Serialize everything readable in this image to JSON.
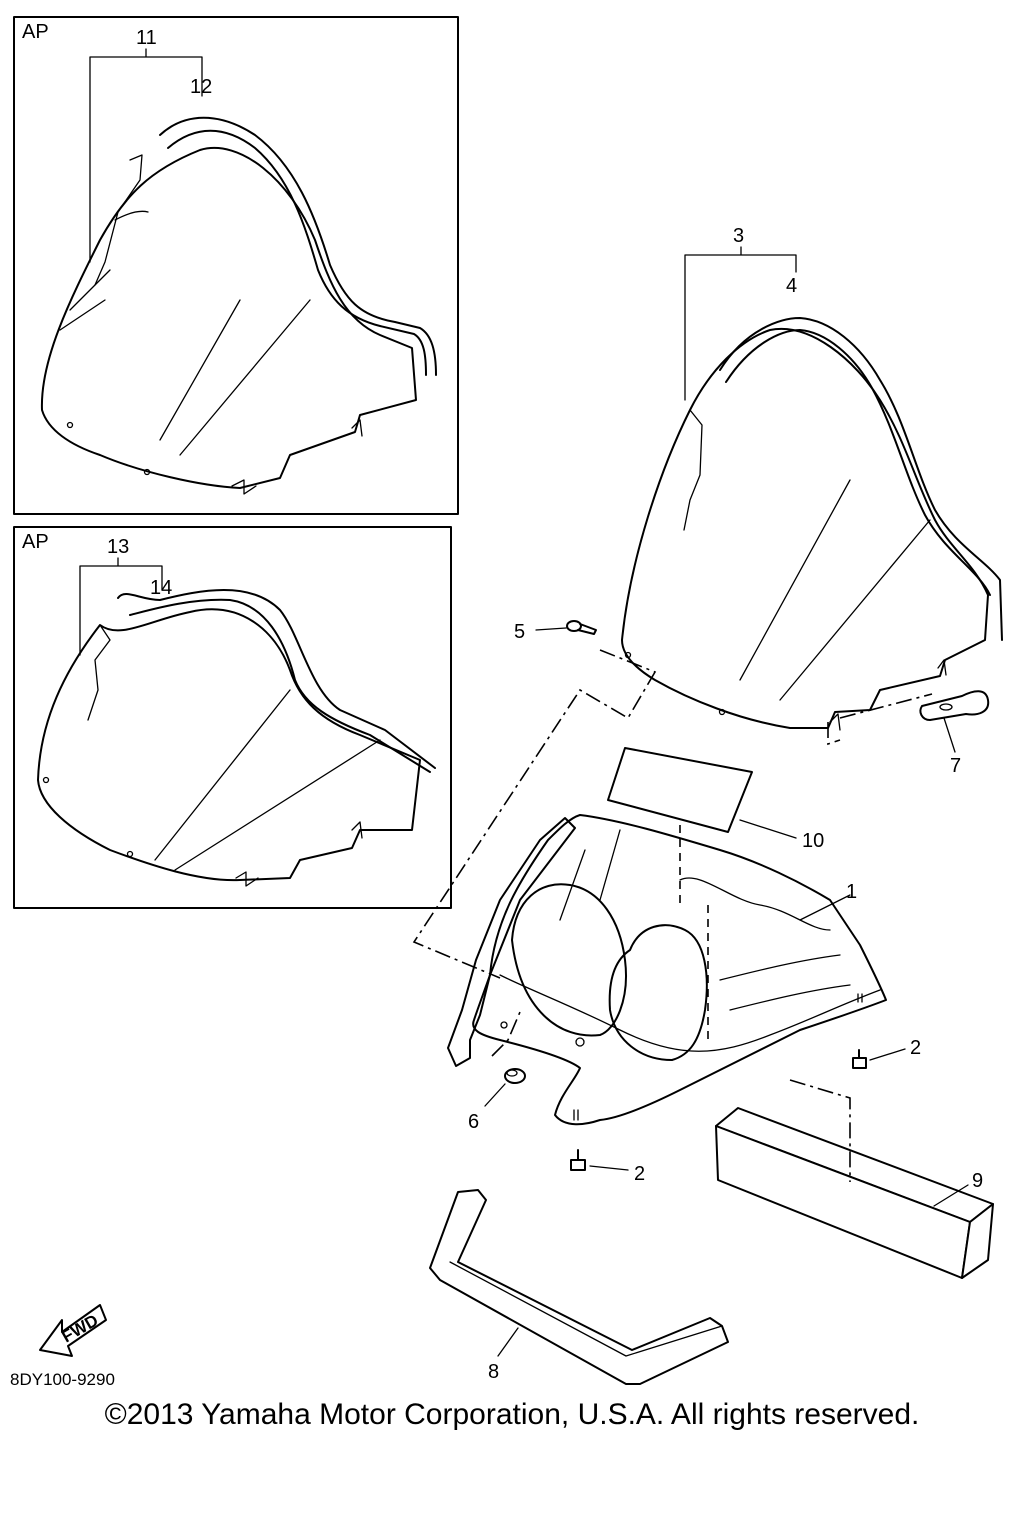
{
  "panels": [
    {
      "tag": "AP",
      "callouts": [
        "11",
        "12"
      ]
    },
    {
      "tag": "AP",
      "callouts": [
        "13",
        "14"
      ]
    }
  ],
  "callouts": {
    "c1": "1",
    "c2a": "2",
    "c2b": "2",
    "c3": "3",
    "c4": "4",
    "c5": "5",
    "c6": "6",
    "c7": "7",
    "c8": "8",
    "c9": "9",
    "c10": "10"
  },
  "fwd_label": "FWD",
  "diagram_code": "8DY100-9290",
  "copyright": "©2013 Yamaha Motor Corporation, U.S.A. All rights reserved."
}
